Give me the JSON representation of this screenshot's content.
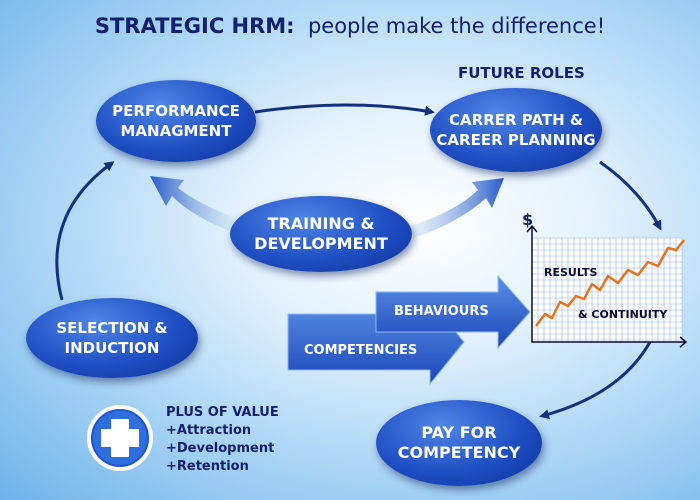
{
  "title": {
    "bold": "STRATEGIC HRM:",
    "rest": "people make the difference!"
  },
  "future_roles": "FUTURE ROLES",
  "nodes": {
    "performance": "PERFORMANCE\nMANAGMENT",
    "career": "CARRER PATH &\nCAREER PLANNING",
    "training": "TRAINING &\nDEVELOPMENT",
    "selection": "SELECTION &\nINDUCTION",
    "pay": "PAY FOR\nCOMPETENCY"
  },
  "arrows": {
    "behaviours": "BEHAVIOURS",
    "competencies": "COMPETENCIES"
  },
  "chart": {
    "currency": "$",
    "results": "RESULTS",
    "continuity": "& CONTINUITY"
  },
  "plus": {
    "heading": "PLUS OF VALUE",
    "items": [
      "+Attraction",
      "+Development",
      "+Retention"
    ]
  },
  "colors": {
    "navy": "#13206e",
    "node_blue": "#1f4fc4",
    "line_orange": "#e8731a"
  }
}
